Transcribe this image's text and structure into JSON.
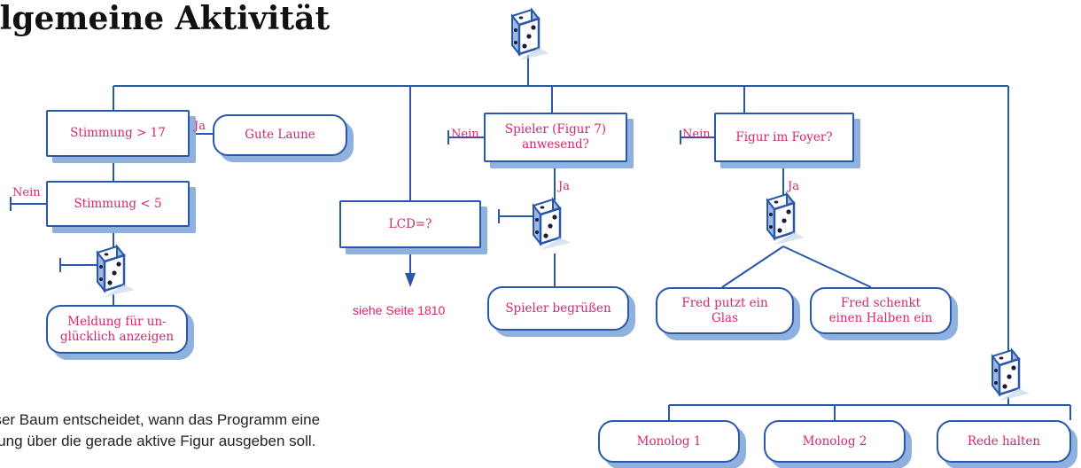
{
  "title": "llgemeine Aktivität",
  "caption": {
    "line1": "eser Baum entscheidet, wann das Programm eine",
    "line2": "ldung über die gerade aktive Figur ausgeben soll."
  },
  "colors": {
    "line": "#2857ab",
    "text": "#d8266c",
    "shadow": "#8fb1dd"
  },
  "icons": {
    "random_selector": "die-icon"
  },
  "nodes": {
    "stimmung_gt": "Stimmung > 17",
    "gute_laune": "Gute Laune",
    "stimmung_lt": "Stimmung < 5",
    "meldung": "Meldung für un-\nglücklich anzeigen",
    "lcd": "LCD=?",
    "spieler_anwesend": "Spieler (Figur 7)\nanwesend?",
    "spieler_begruessen": "Spieler begrüßen",
    "figur_foyer": "Figur im Foyer?",
    "fred_glas": "Fred putzt ein\nGlas",
    "fred_halben": "Fred schenkt\neinen Halben ein",
    "monolog1": "Monolog 1",
    "monolog2": "Monolog 2",
    "rede": "Rede halten"
  },
  "labels": {
    "ja": "Ja",
    "nein": "Nein"
  },
  "notes": {
    "siehe": "siehe Seite 1810"
  }
}
